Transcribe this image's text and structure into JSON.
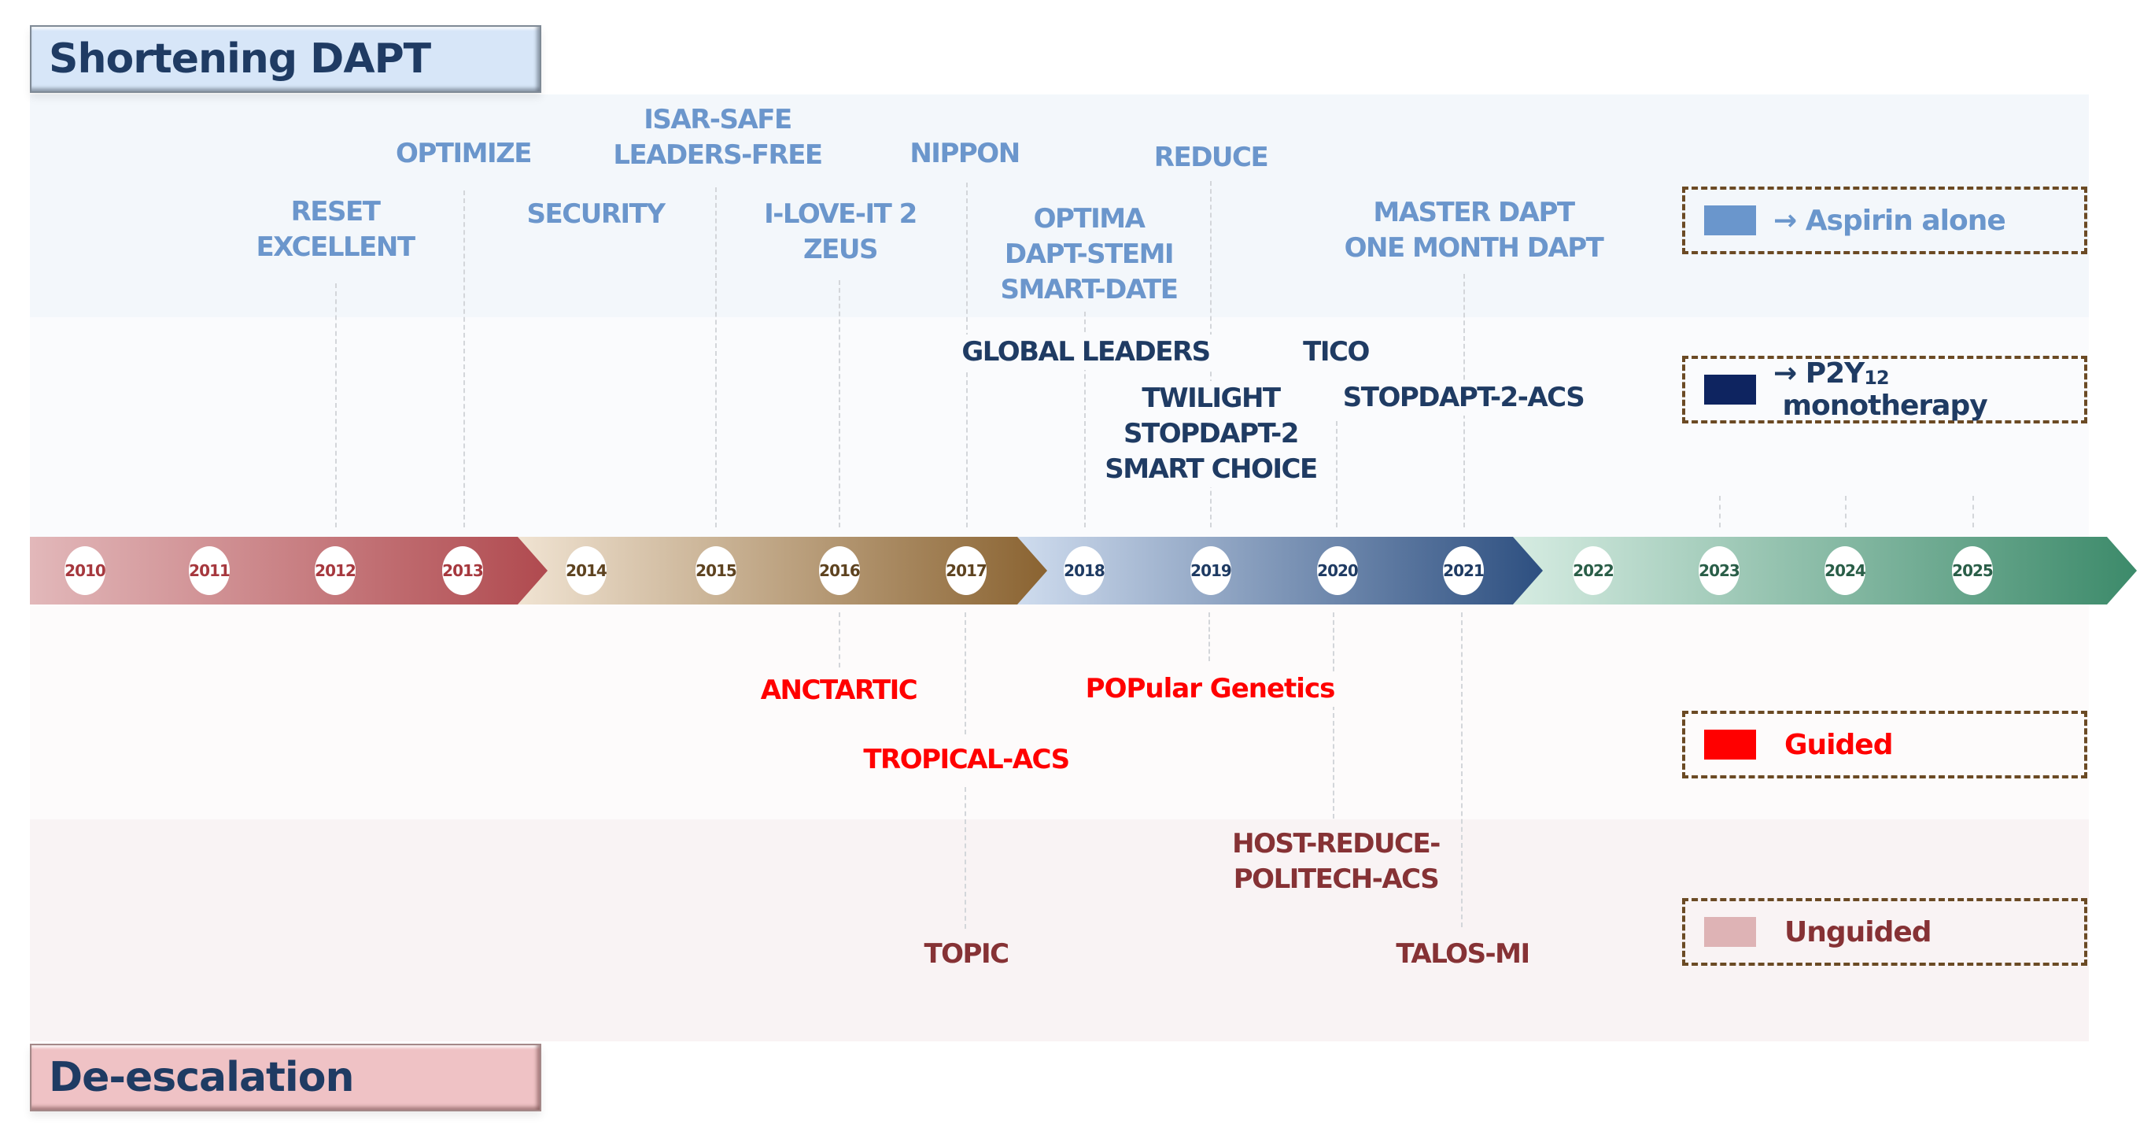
{
  "sections": {
    "top_title": "Shortening DAPT",
    "bottom_title": "De-escalation"
  },
  "timeline": {
    "years": [
      "2010",
      "2011",
      "2012",
      "2013",
      "2014",
      "2015",
      "2016",
      "2017",
      "2018",
      "2019",
      "2020",
      "2021",
      "2022",
      "2023",
      "2024",
      "2025"
    ],
    "segments": [
      {
        "from": "2010",
        "to": "2013",
        "start_color": "#e2b8ba",
        "end_color": "#b04a4f",
        "year_text_color": "#a6383e"
      },
      {
        "from": "2014",
        "to": "2017",
        "start_color": "#f0e3d2",
        "end_color": "#8a6331",
        "year_text_color": "#5e4320"
      },
      {
        "from": "2018",
        "to": "2021",
        "start_color": "#cfdcee",
        "end_color": "#2d4f80",
        "year_text_color": "#1f3b63"
      },
      {
        "from": "2022",
        "to": "2025",
        "start_color": "#d6ece2",
        "end_color": "#3c8a6a",
        "year_text_color": "#2a5e48"
      }
    ]
  },
  "legend": {
    "aspirin": {
      "label": "→ Aspirin alone",
      "color": "#6a96cc"
    },
    "p2y12": {
      "label_prefix": "→ P2Y",
      "label_sub": "12",
      "label_suffix": " monotherapy",
      "color": "#0e2460"
    },
    "guided": {
      "label": "Guided",
      "color": "#ff0000"
    },
    "unguided": {
      "label": "Unguided",
      "color": "#deb3b5",
      "text_color": "#863235"
    }
  },
  "groups": {
    "aspirin": [
      {
        "year": "2012",
        "lines": [
          "RESET",
          "EXCELLENT"
        ]
      },
      {
        "year": "2013",
        "lines": [
          "OPTIMIZE"
        ]
      },
      {
        "year": "2014",
        "lines": [
          "SECURITY"
        ]
      },
      {
        "year": "2015",
        "lines": [
          "ISAR-SAFE",
          "LEADERS-FREE"
        ]
      },
      {
        "year": "2016",
        "lines": [
          "I-LOVE-IT 2",
          "ZEUS"
        ]
      },
      {
        "year": "2017",
        "lines": [
          "NIPPON"
        ]
      },
      {
        "year": "2018",
        "lines": [
          "OPTIMA",
          "DAPT-STEMI",
          "SMART-DATE"
        ]
      },
      {
        "year": "2019",
        "lines": [
          "REDUCE"
        ]
      },
      {
        "year": "2021",
        "lines": [
          "MASTER DAPT",
          "ONE MONTH DAPT"
        ]
      }
    ],
    "p2y12": [
      {
        "year": "2018",
        "lines": [
          "GLOBAL LEADERS"
        ]
      },
      {
        "year": "2019",
        "lines": [
          "TWILIGHT",
          "STOPDAPT-2",
          "SMART CHOICE"
        ]
      },
      {
        "year": "2020",
        "lines": [
          "TICO"
        ]
      },
      {
        "year": "2021",
        "lines": [
          "STOPDAPT-2-ACS"
        ]
      }
    ],
    "guided": [
      {
        "year": "2016",
        "lines": [
          "ANCTARTIC"
        ]
      },
      {
        "year": "2017",
        "lines": [
          "TROPICAL-ACS"
        ]
      },
      {
        "year": "2019",
        "lines": [
          "POPular Genetics"
        ]
      }
    ],
    "unguided": [
      {
        "year": "2017",
        "lines": [
          "TOPIC"
        ]
      },
      {
        "year": "2020",
        "lines": [
          "HOST-REDUCE-",
          "POLITECH-ACS"
        ]
      },
      {
        "year": "2021",
        "lines": [
          "TALOS-MI"
        ]
      }
    ]
  }
}
